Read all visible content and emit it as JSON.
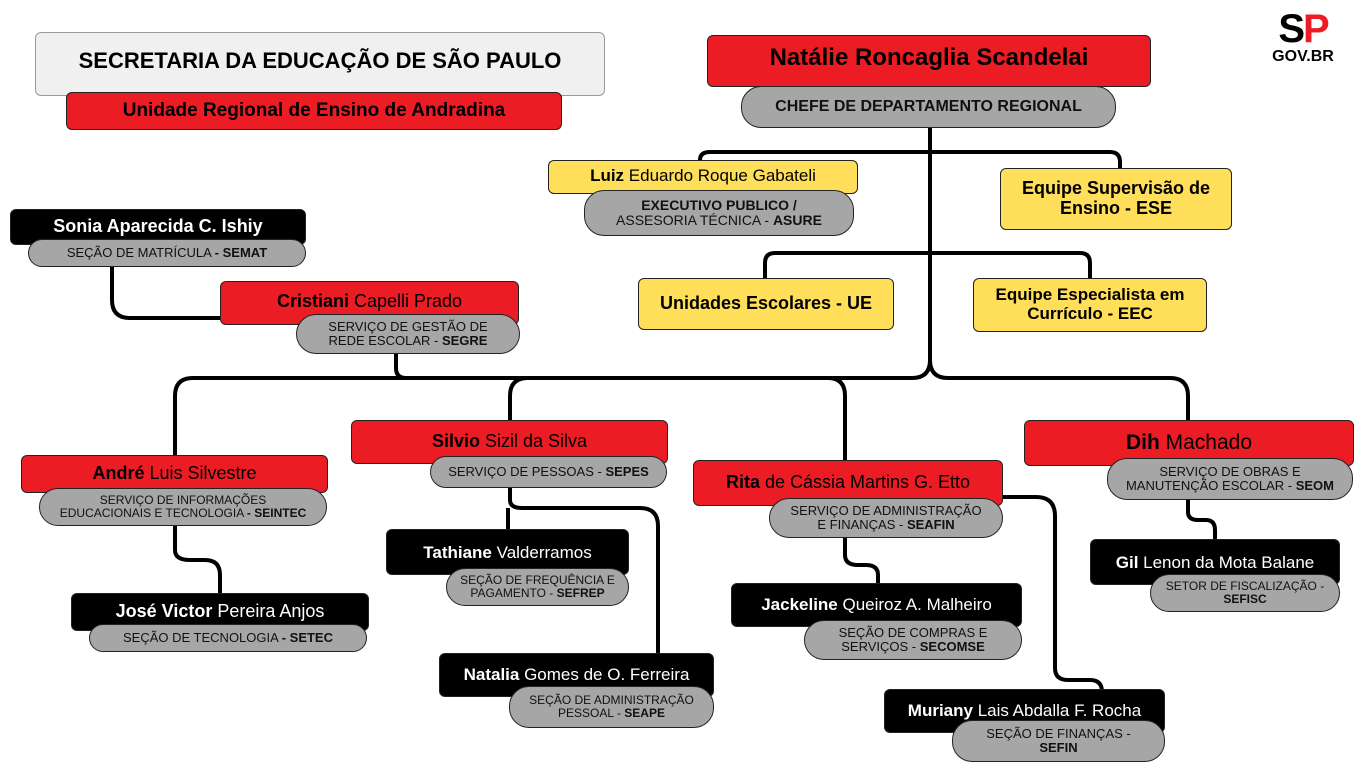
{
  "header": {
    "title": "SECRETARIA DA EDUCAÇÃO DE SÃO PAULO",
    "subtitle": "Unidade Regional de Ensino de Andradina"
  },
  "logo": {
    "mark": "SP",
    "text": "GOV.BR",
    "red": "#ec1c24"
  },
  "colors": {
    "red": "#ec1c24",
    "gray": "#a6a6a6",
    "yellow": "#ffde59",
    "black": "#000000"
  },
  "chief": {
    "name": "Natálie Roncaglia Scandelai",
    "role": "CHEFE DE DEPARTAMENTO REGIONAL"
  },
  "luiz": {
    "first": "Luiz",
    "rest": " Eduardo Roque Gabateli",
    "role1": "EXECUTIVO PUBLICO /",
    "role2": "ASSESORIA TÉCNICA - ",
    "code": " ASURE"
  },
  "teams": {
    "ese": "Equipe Supervisão de Ensino - ESE",
    "ue": "Unidades Escolares - UE",
    "eec": "Equipe Especialista em Currículo - EEC"
  },
  "sonia": {
    "first": "Sonia Aparecida C. Ishiy",
    "rest": "",
    "role": "SEÇÃO DE MATRÍCULA ",
    "code": "- SEMAT"
  },
  "cristiani": {
    "first": "Cristiani",
    "rest": " Capelli Prado",
    "role1": "SERVIÇO DE GESTÃO DE",
    "role2": "REDE ESCOLAR - ",
    "code": "SEGRE"
  },
  "andre": {
    "first": "André",
    "rest": " Luis Silvestre",
    "role1": "SERVIÇO DE INFORMAÇÕES",
    "role2": "EDUCACIONAIS E TECNOLOGIA ",
    "code": "- SEINTEC"
  },
  "jose": {
    "first": "José Victor",
    "rest": " Pereira Anjos",
    "role": "SEÇÃO DE TECNOLOGIA ",
    "code": "- SETEC"
  },
  "silvio": {
    "first": "Silvio",
    "rest": " Sizil da Silva",
    "role": "SERVIÇO DE PESSOAS - ",
    "code": "SEPES"
  },
  "tathiane": {
    "first": "Tathiane",
    "rest": " Valderramos",
    "role1": "SEÇÃO DE FREQUÊNCIA E",
    "role2": "PAGAMENTO - ",
    "code": "SEFREP"
  },
  "natalia": {
    "first": "Natalia",
    "rest": " Gomes de O. Ferreira",
    "role1": "SEÇÃO DE ADMINISTRAÇÃO",
    "role2": "PESSOAL - ",
    "code": "SEAPE"
  },
  "rita": {
    "first": "Rita",
    "rest": " de Cássia Martins G. Etto",
    "role1": "SERVIÇO DE ADMINISTRAÇÃO",
    "role2": "E FINANÇAS - ",
    "code": "SEAFIN"
  },
  "jackeline": {
    "first": "Jackeline",
    "rest": " Queiroz A. Malheiro",
    "role1": "SEÇÃO DE COMPRAS E",
    "role2": "SERVIÇOS - ",
    "code": "SECOMSE"
  },
  "muriany": {
    "first": "Muriany",
    "rest": " Lais Abdalla F. Rocha",
    "role1": "SEÇÃO DE FINANÇAS -",
    "role2": "",
    "code": "SEFIN"
  },
  "dih": {
    "first": "Dih",
    "rest": " Machado",
    "role1": "SERVIÇO DE OBRAS E",
    "role2": "MANUTENÇÃO ESCOLAR - ",
    "code": "SEOM"
  },
  "gil": {
    "first": "Gil",
    "rest": " Lenon da Mota Balane",
    "role1": "SETOR DE FISCALIZAÇÃO -",
    "role2": "",
    "code": "SEFISC"
  }
}
